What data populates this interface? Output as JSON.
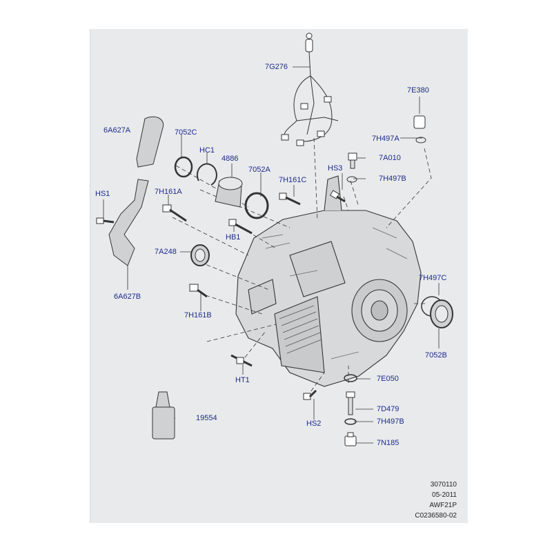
{
  "part_labels": {
    "p7G276": "7G276",
    "p7E380": "7E380",
    "p6A627A": "6A627A",
    "p7052C": "7052C",
    "pHC1": "HC1",
    "p4886": "4886",
    "p7052A": "7052A",
    "p7H497A": "7H497A",
    "p7A010": "7A010",
    "pHS3": "HS3",
    "p7H497B_top": "7H497B",
    "pHS1": "HS1",
    "p7H161A": "7H161A",
    "p7H161C": "7H161C",
    "pHB1": "HB1",
    "p7A248": "7A248",
    "p6A627B": "6A627B",
    "p7H497C": "7H497C",
    "p7H161B": "7H161B",
    "p7052B": "7052B",
    "p7E050": "7E050",
    "pHT1": "HT1",
    "p7D479": "7D479",
    "p19554": "19554",
    "p7H497B_bottom": "7H497B",
    "pHS2": "HS2",
    "p7N185": "7N185"
  },
  "meta": {
    "line1": "3070110",
    "line2": "05-2011",
    "line3": "AWF21P",
    "line4": "C0236580-02"
  },
  "colors": {
    "background": "#e9eaeb",
    "label": "#1a2a8c",
    "drawing": "#333333"
  }
}
